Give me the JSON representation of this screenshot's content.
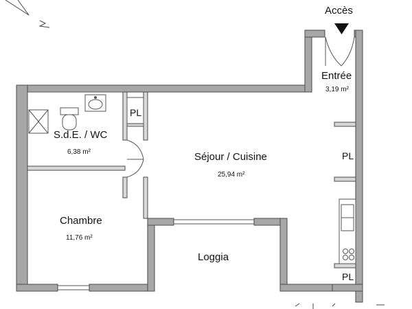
{
  "access": {
    "label": "Accès"
  },
  "rooms": {
    "entree": {
      "name": "Entrée",
      "area": "3,19 m²"
    },
    "sde": {
      "name": "S.d.E. / WC",
      "area": "6,38 m²"
    },
    "sejour": {
      "name": "Séjour / Cuisine",
      "area": "25,94 m²"
    },
    "chambre": {
      "name": "Chambre",
      "area": "11,76 m²"
    },
    "loggia": {
      "name": "Loggia"
    }
  },
  "closets": {
    "pl_1": "PL",
    "pl_2": "PL",
    "pl_3": "PL"
  },
  "colors": {
    "wall_fill": "#a7a7a7",
    "wall_stroke": "#4a4a4a",
    "line": "#555555"
  }
}
